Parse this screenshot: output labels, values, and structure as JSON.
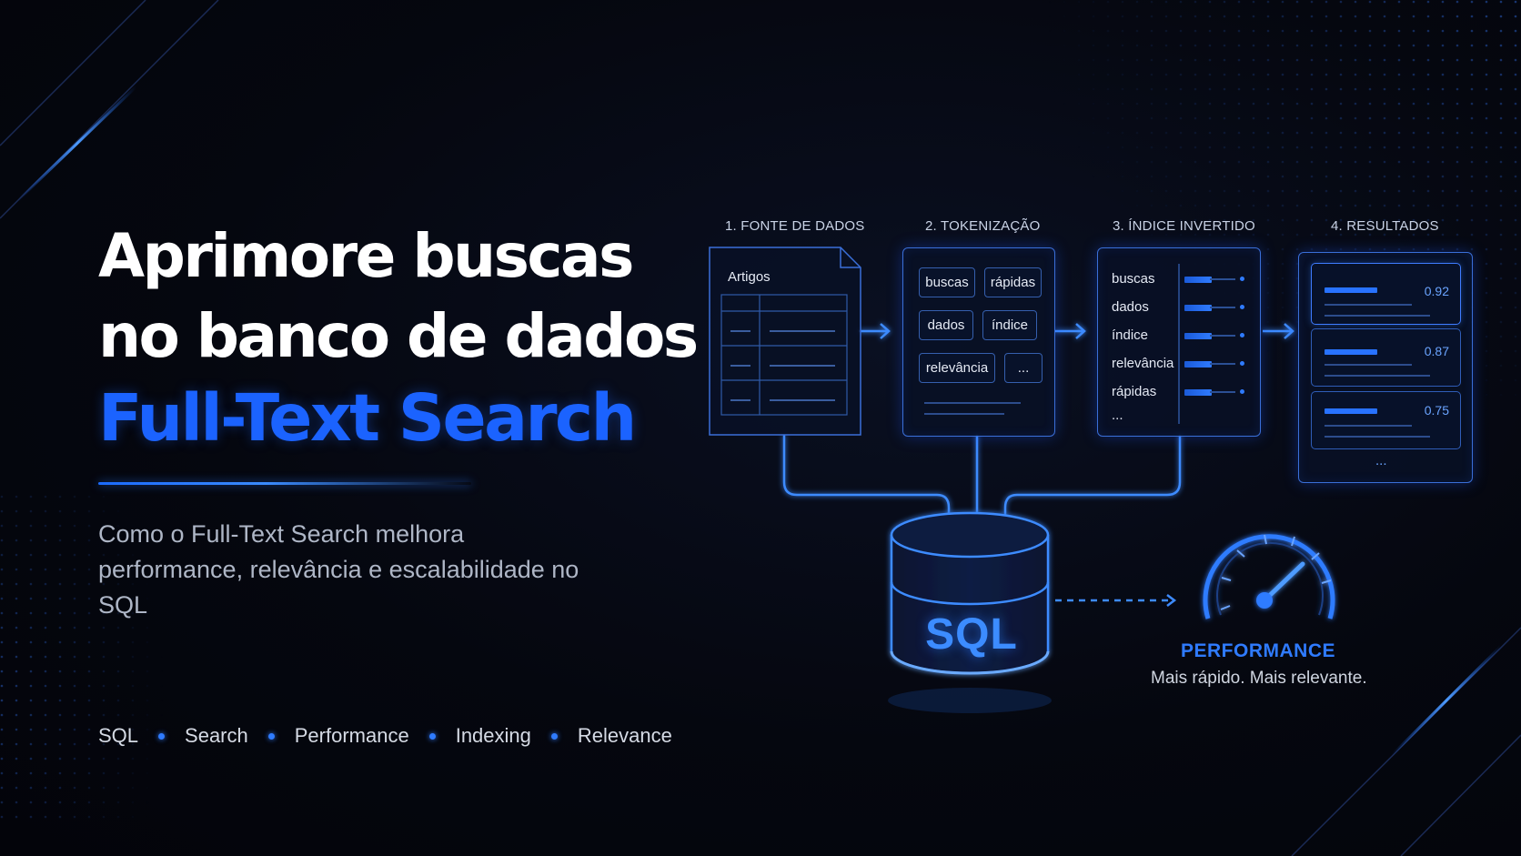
{
  "headline": {
    "line1": "Aprimore buscas",
    "line2": "no banco de dados",
    "line3": "Full-Text Search"
  },
  "subtitle": "Como o Full-Text Search melhora performance, relevância e escalabilidade no SQL",
  "tags": [
    "SQL",
    "Search",
    "Performance",
    "Indexing",
    "Relevance"
  ],
  "pipeline": {
    "stage1": {
      "label": "1. FONTE DE DADOS",
      "doc_title": "Artigos"
    },
    "stage2": {
      "label": "2. TOKENIZAÇÃO",
      "tokens": [
        "buscas",
        "rápidas",
        "dados",
        "índice",
        "relevância",
        "..."
      ]
    },
    "stage3": {
      "label": "3. ÍNDICE INVERTIDO",
      "terms": [
        "buscas",
        "dados",
        "índice",
        "relevância",
        "rápidas"
      ],
      "more": "..."
    },
    "stage4": {
      "label": "4. RESULTADOS",
      "scores": [
        "0.92",
        "0.87",
        "0.75"
      ],
      "more": "..."
    }
  },
  "database_label": "SQL",
  "performance": {
    "title": "PERFORMANCE",
    "subtitle": "Mais rápido. Mais relevante."
  },
  "colors": {
    "accent": "#1b63ff",
    "glow": "#2f7bff",
    "background": "#05070f"
  }
}
